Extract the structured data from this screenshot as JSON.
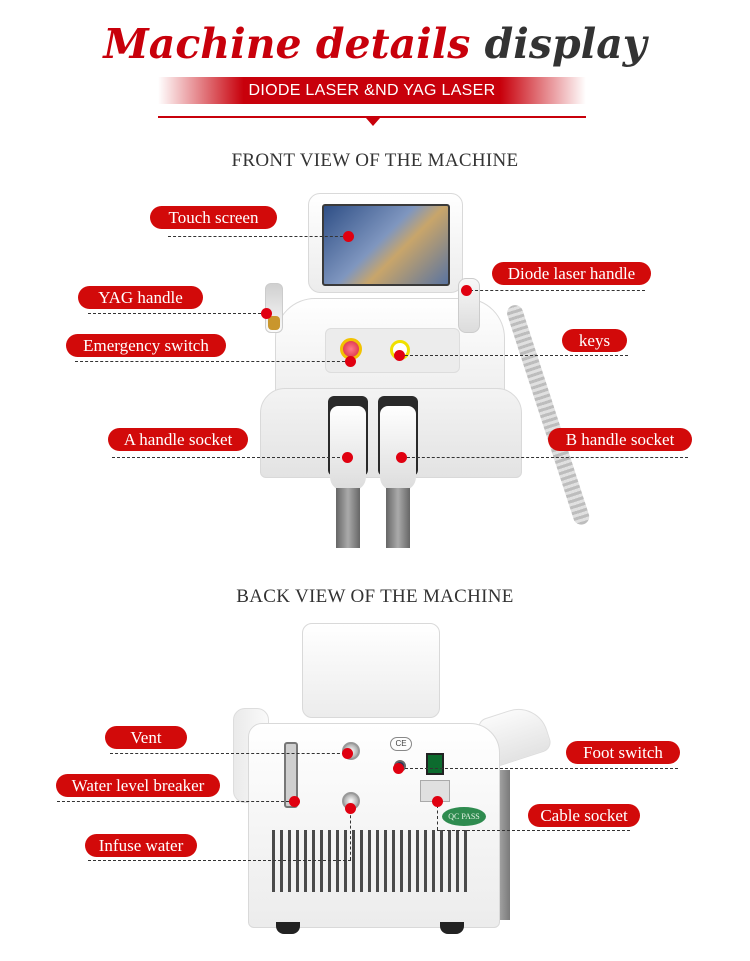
{
  "header": {
    "title_red": "Machine details",
    "title_dark": "display",
    "subtitle": "DIODE LASER &ND YAG LASER"
  },
  "colors": {
    "accent_red": "#c8000b",
    "label_red": "#d20a0a",
    "dot_red": "#e00010",
    "text_dark": "#333333"
  },
  "front_view": {
    "title": "FRONT VIEW OF THE MACHINE",
    "labels": [
      {
        "text": "Touch screen"
      },
      {
        "text": "YAG handle"
      },
      {
        "text": "Emergency switch"
      },
      {
        "text": "Diode laser handle"
      },
      {
        "text": "keys"
      },
      {
        "text": "A handle socket"
      },
      {
        "text": "B handle socket"
      }
    ]
  },
  "back_view": {
    "title": "BACK VIEW OF THE MACHINE",
    "labels": [
      {
        "text": "Vent"
      },
      {
        "text": "Water level breaker"
      },
      {
        "text": "Infuse water"
      },
      {
        "text": "Foot switch"
      },
      {
        "text": "Cable socket"
      }
    ],
    "badges": {
      "ce_mark": "CE",
      "qc_pass": "QC PASS"
    }
  }
}
